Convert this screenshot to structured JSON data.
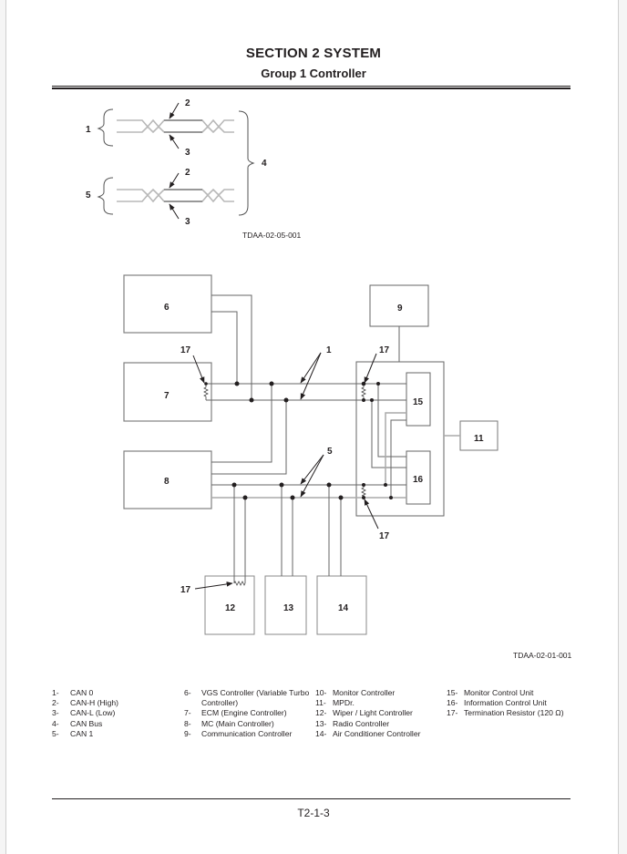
{
  "header": {
    "section": "SECTION 2 SYSTEM",
    "group": "Group 1 Controller"
  },
  "figure1": {
    "code": "TDAA-02-05-001",
    "labels": {
      "can0": "1",
      "canh_top": "2",
      "canl_top": "3",
      "can_bus": "4",
      "can1": "5",
      "canh_bottom": "2",
      "canl_bottom": "3"
    }
  },
  "figure2": {
    "code": "TDAA-02-01-001",
    "boxes": {
      "b6": "6",
      "b7": "7",
      "b8": "8",
      "b9": "9",
      "b11": "11",
      "b12": "12",
      "b13": "13",
      "b14": "14",
      "b15": "15",
      "b16": "16"
    },
    "callouts": {
      "can0": "1",
      "can1": "5",
      "res_7": "17",
      "res_top": "17",
      "res_bottom": "17",
      "res_12": "17"
    }
  },
  "legend": {
    "col1": [
      {
        "num": "1-",
        "text": "CAN 0"
      },
      {
        "num": "2-",
        "text": "CAN-H (High)"
      },
      {
        "num": "3-",
        "text": "CAN-L (Low)"
      },
      {
        "num": "4-",
        "text": "CAN Bus"
      },
      {
        "num": "5-",
        "text": "CAN 1"
      }
    ],
    "col2": [
      {
        "num": "6-",
        "text": "VGS Controller (Variable Turbo"
      },
      {
        "num": "",
        "text": "Controller)"
      },
      {
        "num": "7-",
        "text": "ECM (Engine Controller)"
      },
      {
        "num": "8-",
        "text": "MC (Main Controller)"
      },
      {
        "num": "9-",
        "text": "Communication Controller"
      }
    ],
    "col3": [
      {
        "num": "10-",
        "text": "Monitor Controller"
      },
      {
        "num": "11-",
        "text": "MPDr."
      },
      {
        "num": "12-",
        "text": "Wiper / Light Controller"
      },
      {
        "num": "13-",
        "text": "Radio Controller"
      },
      {
        "num": "14-",
        "text": "Air Conditioner Controller"
      }
    ],
    "col4": [
      {
        "num": "15-",
        "text": "Monitor Control Unit"
      },
      {
        "num": "16-",
        "text": "Information Control Unit"
      },
      {
        "num": "17-",
        "text": "Termination Resistor (120 Ω)"
      }
    ]
  },
  "footer": {
    "page_number": "T2-1-3"
  }
}
